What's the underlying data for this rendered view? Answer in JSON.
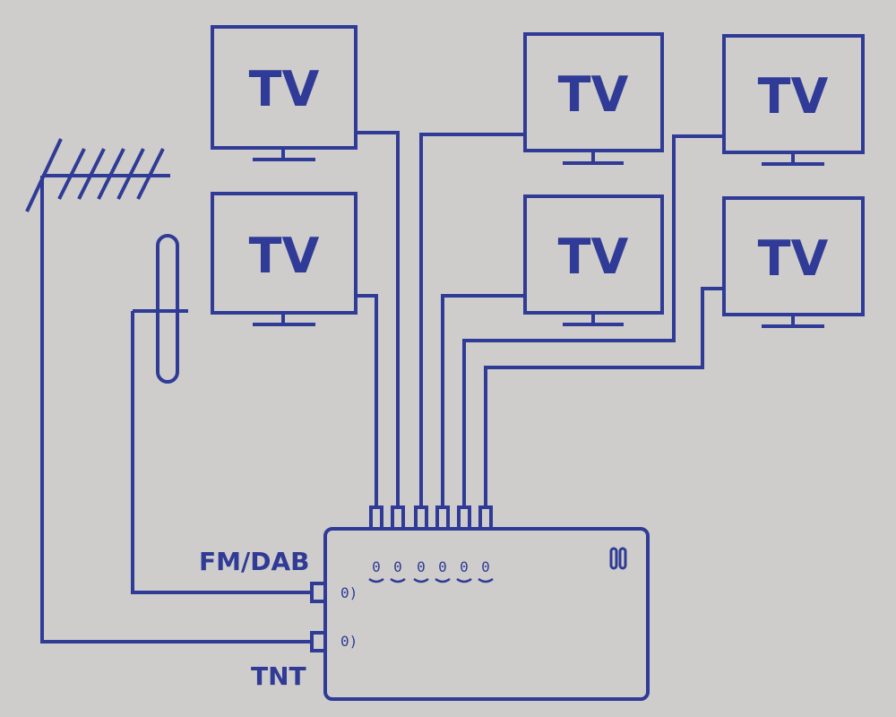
{
  "diagram": {
    "ink_color": "#2f3b96",
    "background_color": "#cfcdcb",
    "tv_label": "TV",
    "tv_count": 6,
    "inputs": {
      "fm_dab_label": "FM/DAB",
      "tnt_label": "TNT"
    },
    "jack_symbol": "0)",
    "output_symbol": "0"
  }
}
